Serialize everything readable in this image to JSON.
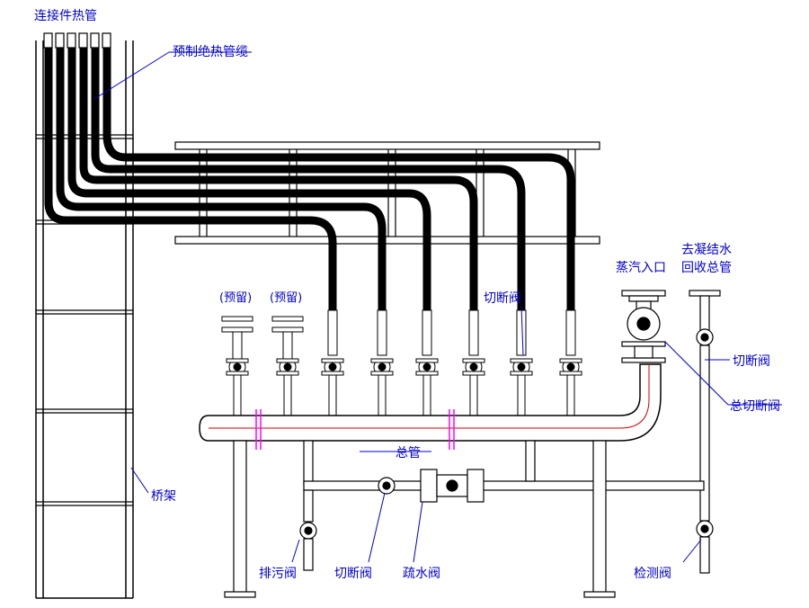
{
  "labels": {
    "connector_tubes": "连接件热管",
    "preinsulated_cable": "预制绝热管缆",
    "reserved_1": "(预留)",
    "reserved_2": "(预留)",
    "shutoff_top": "切断阀",
    "steam_inlet": "蒸汽入口",
    "condensate_return_1": "去凝结水",
    "condensate_return_2": "回收总管",
    "shutoff_right": "切断阀",
    "main_shutoff": "总切断阀",
    "header": "总管",
    "bridge": "桥架",
    "blowdown_valve": "排污阀",
    "shutoff_bottom": "切断阀",
    "trap_valve": "疏水阀",
    "test_valve": "检测阀"
  },
  "colors": {
    "line": "#000000",
    "label": "#0000cc",
    "pipe_inner": "#cc0000",
    "accent": "#ff00ff",
    "ground": "#008800"
  }
}
